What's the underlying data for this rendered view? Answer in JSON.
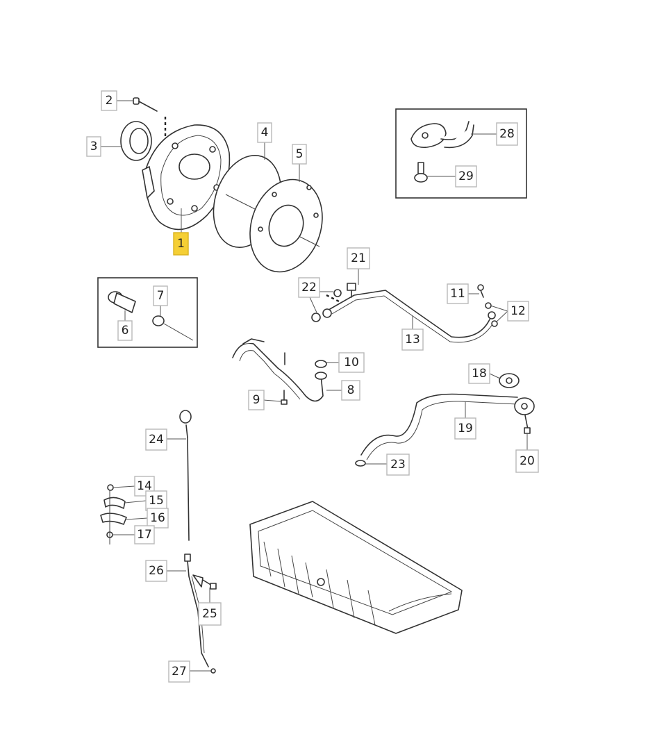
{
  "callouts": [
    {
      "id": "1",
      "text": "1",
      "highlighted": true
    },
    {
      "id": "2",
      "text": "2"
    },
    {
      "id": "3",
      "text": "3"
    },
    {
      "id": "4",
      "text": "4"
    },
    {
      "id": "5",
      "text": "5"
    },
    {
      "id": "6",
      "text": "6"
    },
    {
      "id": "7",
      "text": "7"
    },
    {
      "id": "8",
      "text": "8"
    },
    {
      "id": "9",
      "text": "9"
    },
    {
      "id": "10",
      "text": "10"
    },
    {
      "id": "11",
      "text": "11"
    },
    {
      "id": "12",
      "text": "12"
    },
    {
      "id": "13",
      "text": "13"
    },
    {
      "id": "14",
      "text": "14"
    },
    {
      "id": "15",
      "text": "15"
    },
    {
      "id": "16",
      "text": "16"
    },
    {
      "id": "17",
      "text": "17"
    },
    {
      "id": "18",
      "text": "18"
    },
    {
      "id": "19",
      "text": "19"
    },
    {
      "id": "20",
      "text": "20"
    },
    {
      "id": "21",
      "text": "21"
    },
    {
      "id": "22",
      "text": "22"
    },
    {
      "id": "23",
      "text": "23"
    },
    {
      "id": "24",
      "text": "24"
    },
    {
      "id": "25",
      "text": "25"
    },
    {
      "id": "26",
      "text": "26"
    },
    {
      "id": "27",
      "text": "27"
    },
    {
      "id": "28",
      "text": "28"
    },
    {
      "id": "29",
      "text": "29"
    }
  ],
  "colors": {
    "highlight": "#f5cf35",
    "label_border": "#b8b8b8",
    "line": "#333333"
  }
}
